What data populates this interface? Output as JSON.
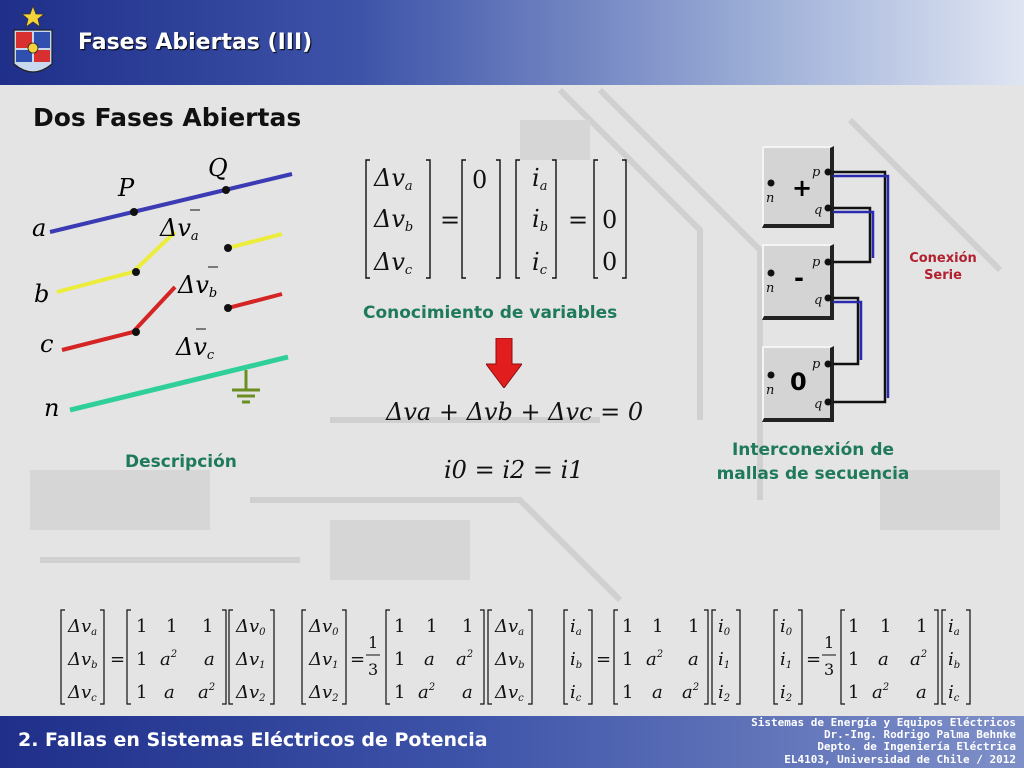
{
  "header": {
    "title": "Fases Abiertas (III)"
  },
  "main": {
    "heading": "Dos Fases Abiertas",
    "descripcion_label": "Descripción",
    "conocimiento_label": "Conocimiento de variables",
    "interconexion_label_1": "Interconexión de",
    "interconexion_label_2": "mallas de secuencia",
    "conexion_label_1": "Conexión",
    "conexion_label_2": "Serie"
  },
  "diagram": {
    "phase_labels": [
      "a",
      "b",
      "c",
      "n"
    ],
    "point_labels": [
      "P",
      "Q"
    ],
    "delta_v_labels": [
      "Δv",
      "Δv",
      "Δv"
    ],
    "delta_v_subs": [
      "a",
      "b",
      "c"
    ]
  },
  "networks": {
    "signs": [
      "+",
      "-",
      "0"
    ],
    "node_n": "n",
    "node_p": "p",
    "node_q": "q"
  },
  "equations": {
    "eq_sum": "Δva + Δvb + Δvc = 0",
    "eq_currents": "i0 = i2 = i1"
  },
  "footer": {
    "left": "2. Fallas en Sistemas Eléctricos de Potencia",
    "right": [
      "Sistemas de Energía y Equipos Eléctricos",
      "Dr.-Ing. Rodrigo Palma Behnke",
      "Depto. de Ingeniería Eléctrica",
      "EL4103, Universidad de Chile  /  2012"
    ]
  },
  "colors": {
    "phase_a": "#3b3bb3",
    "phase_b": "#ecec3a",
    "phase_c": "#d42424",
    "phase_n": "#2fcf9a",
    "arrow": "#e21d1d",
    "green_text": "#1f7a5a",
    "red_text": "#b22030"
  }
}
